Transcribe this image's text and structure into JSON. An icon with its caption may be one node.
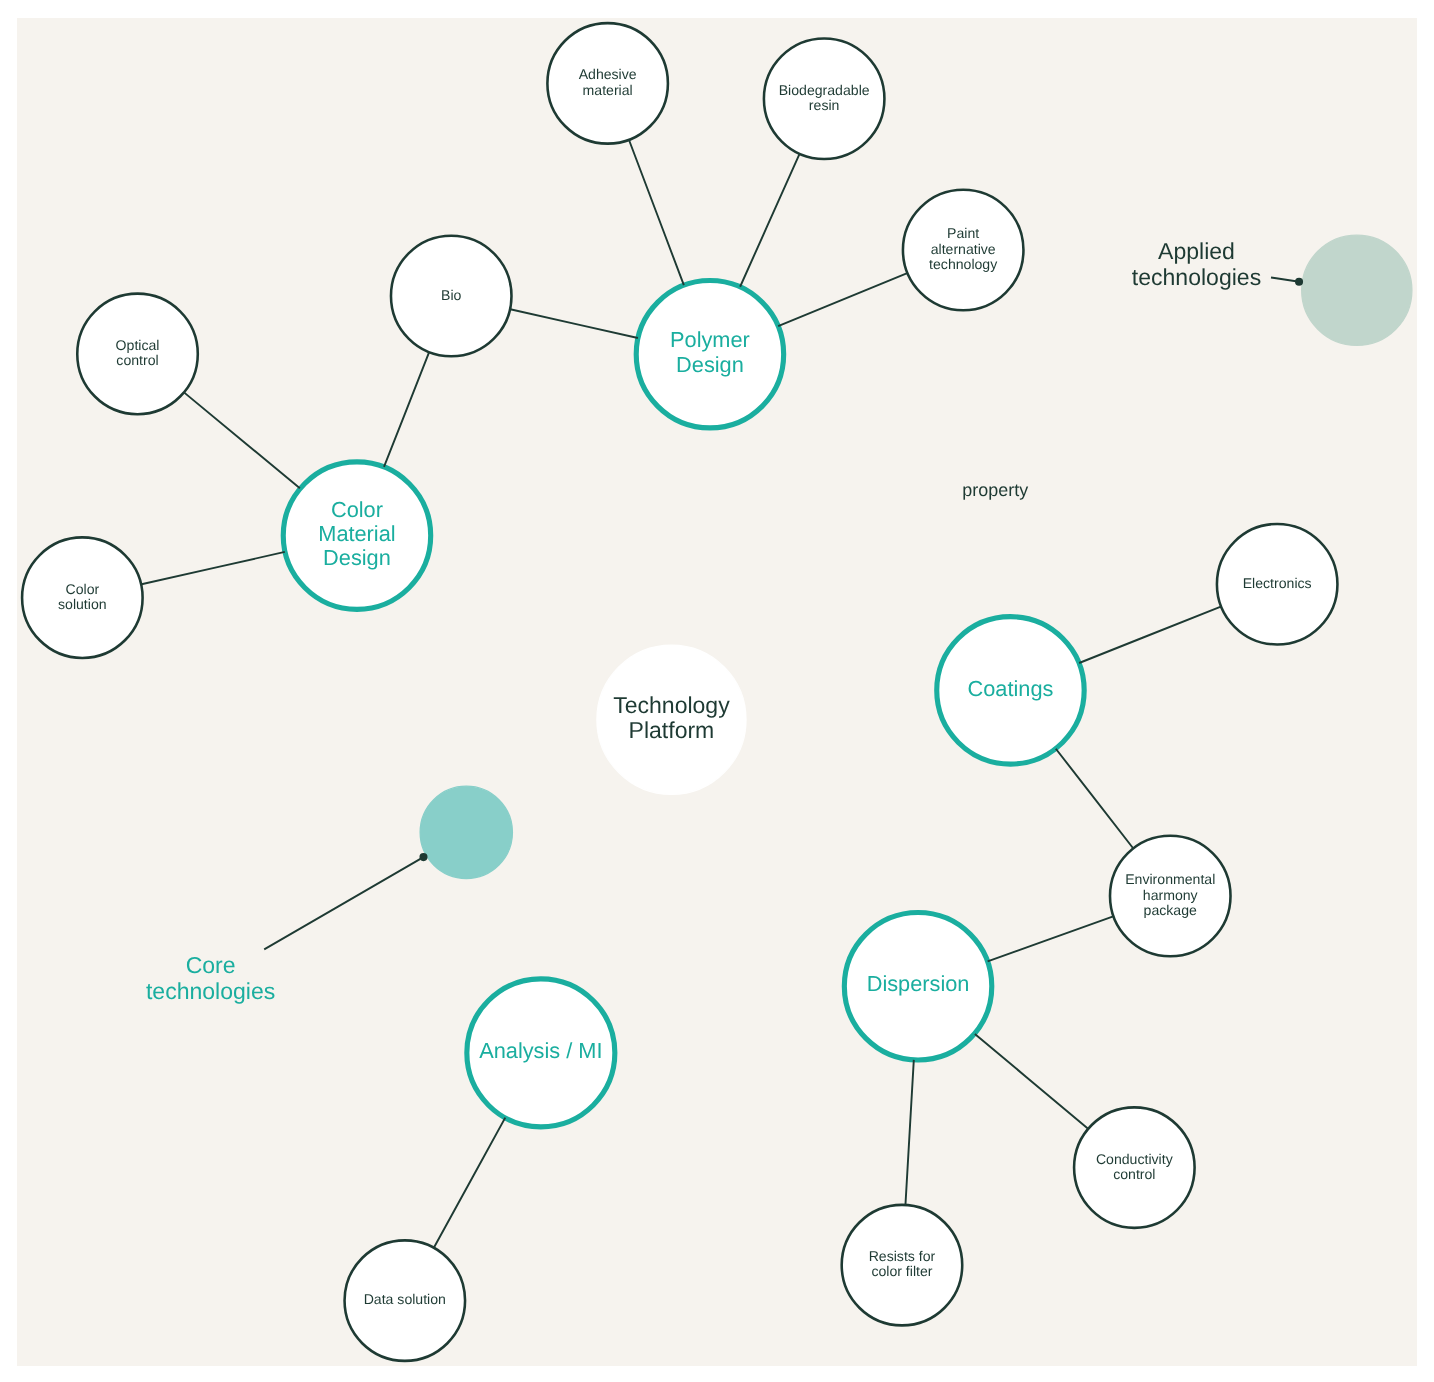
{
  "diagram": {
    "nodes": [
      {
        "text": [
          "Applied technologies"
        ]
      },
      {
        "text": [],
        "shape": "circle"
      },
      {
        "text": [
          "Core technologies"
        ]
      },
      {
        "text": [],
        "shape": "circle"
      },
      {
        "text": [
          "Technology Platform"
        ]
      },
      {
        "text": [
          "Dispersion"
        ]
      },
      {
        "text": [
          "Coatings"
        ]
      },
      {
        "text": [
          "Polymer Design"
        ]
      },
      {
        "text": [
          "Color Material Design"
        ]
      },
      {
        "text": [
          "Analysis / MI"
        ]
      },
      {
        "text": [
          "Resists for color filter"
        ]
      },
      {
        "text": [
          "Conductivity control"
        ]
      },
      {
        "text": [
          "Environmental harmony package"
        ]
      },
      {
        "text": [
          "Data solution"
        ]
      },
      {
        "text": [
          "Electronics"
        ]
      },
      {
        "text": [
          "Optical control"
        ]
      },
      {
        "text": [
          "Biodegradable resin"
        ]
      },
      {
        "text": [
          "Color solution"
        ]
      },
      {
        "text": [
          "Paint alternative technology"
        ]
      },
      {
        "text": [
          "Bio"
        ]
      },
      {
        "text": [
          "Adhesive material"
        ]
      }
    ],
    "edges": [
      {
        "from": 0,
        "to": 1,
        "arrow": "other"
      },
      {
        "from": 2,
        "to": 3,
        "arrow": "other"
      },
      {
        "from": 5,
        "to": 10,
        "arrow": "none"
      },
      {
        "from": 5,
        "to": 11,
        "arrow": "none"
      },
      {
        "from": 5,
        "to": 12,
        "arrow": "none"
      },
      {
        "from": 6,
        "to": 12,
        "arrow": "none"
      },
      {
        "from": 6,
        "to": 14,
        "arrow": "none"
      },
      {
        "from": 9,
        "to": 13,
        "arrow": "none"
      },
      {
        "from": 8,
        "to": 15,
        "arrow": "none"
      },
      {
        "from": 8,
        "to": 17,
        "arrow": "none"
      },
      {
        "from": 8,
        "to": 19,
        "arrow": "none"
      },
      {
        "from": 7,
        "to": 19,
        "arrow": "none"
      },
      {
        "from": 7,
        "to": 20,
        "arrow": "none"
      },
      {
        "from": 7,
        "to": 18,
        "arrow": "none"
      },
      {
        "from": 7,
        "to": 16,
        "arrow": "none"
      }
    ],
    "labels": [
      "property"
    ]
  }
}
